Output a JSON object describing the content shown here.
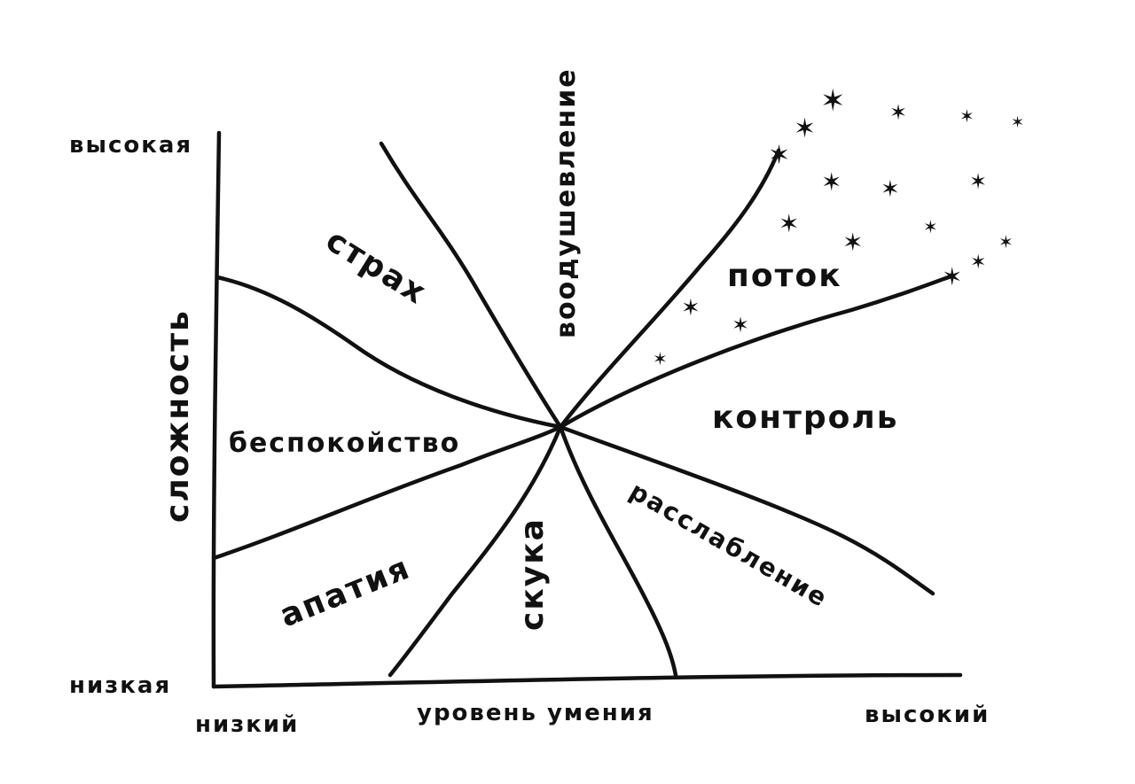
{
  "axes": {
    "y_high": "высокая",
    "y_low": "низкая",
    "y_title": "сложность",
    "x_low": "низкий",
    "x_title": "уровень умения",
    "x_high": "высокий"
  },
  "zones": {
    "fear": "страх",
    "inspiration": "воодушевление",
    "flow": "поток",
    "anxiety": "беспокойство",
    "control": "контроль",
    "apathy": "апатия",
    "boredom": "скука",
    "relaxation": "расслабление"
  },
  "colors": {
    "ink": "#111111",
    "paper": "#ffffff"
  },
  "decorations": {
    "star_icon": "star-icon"
  }
}
